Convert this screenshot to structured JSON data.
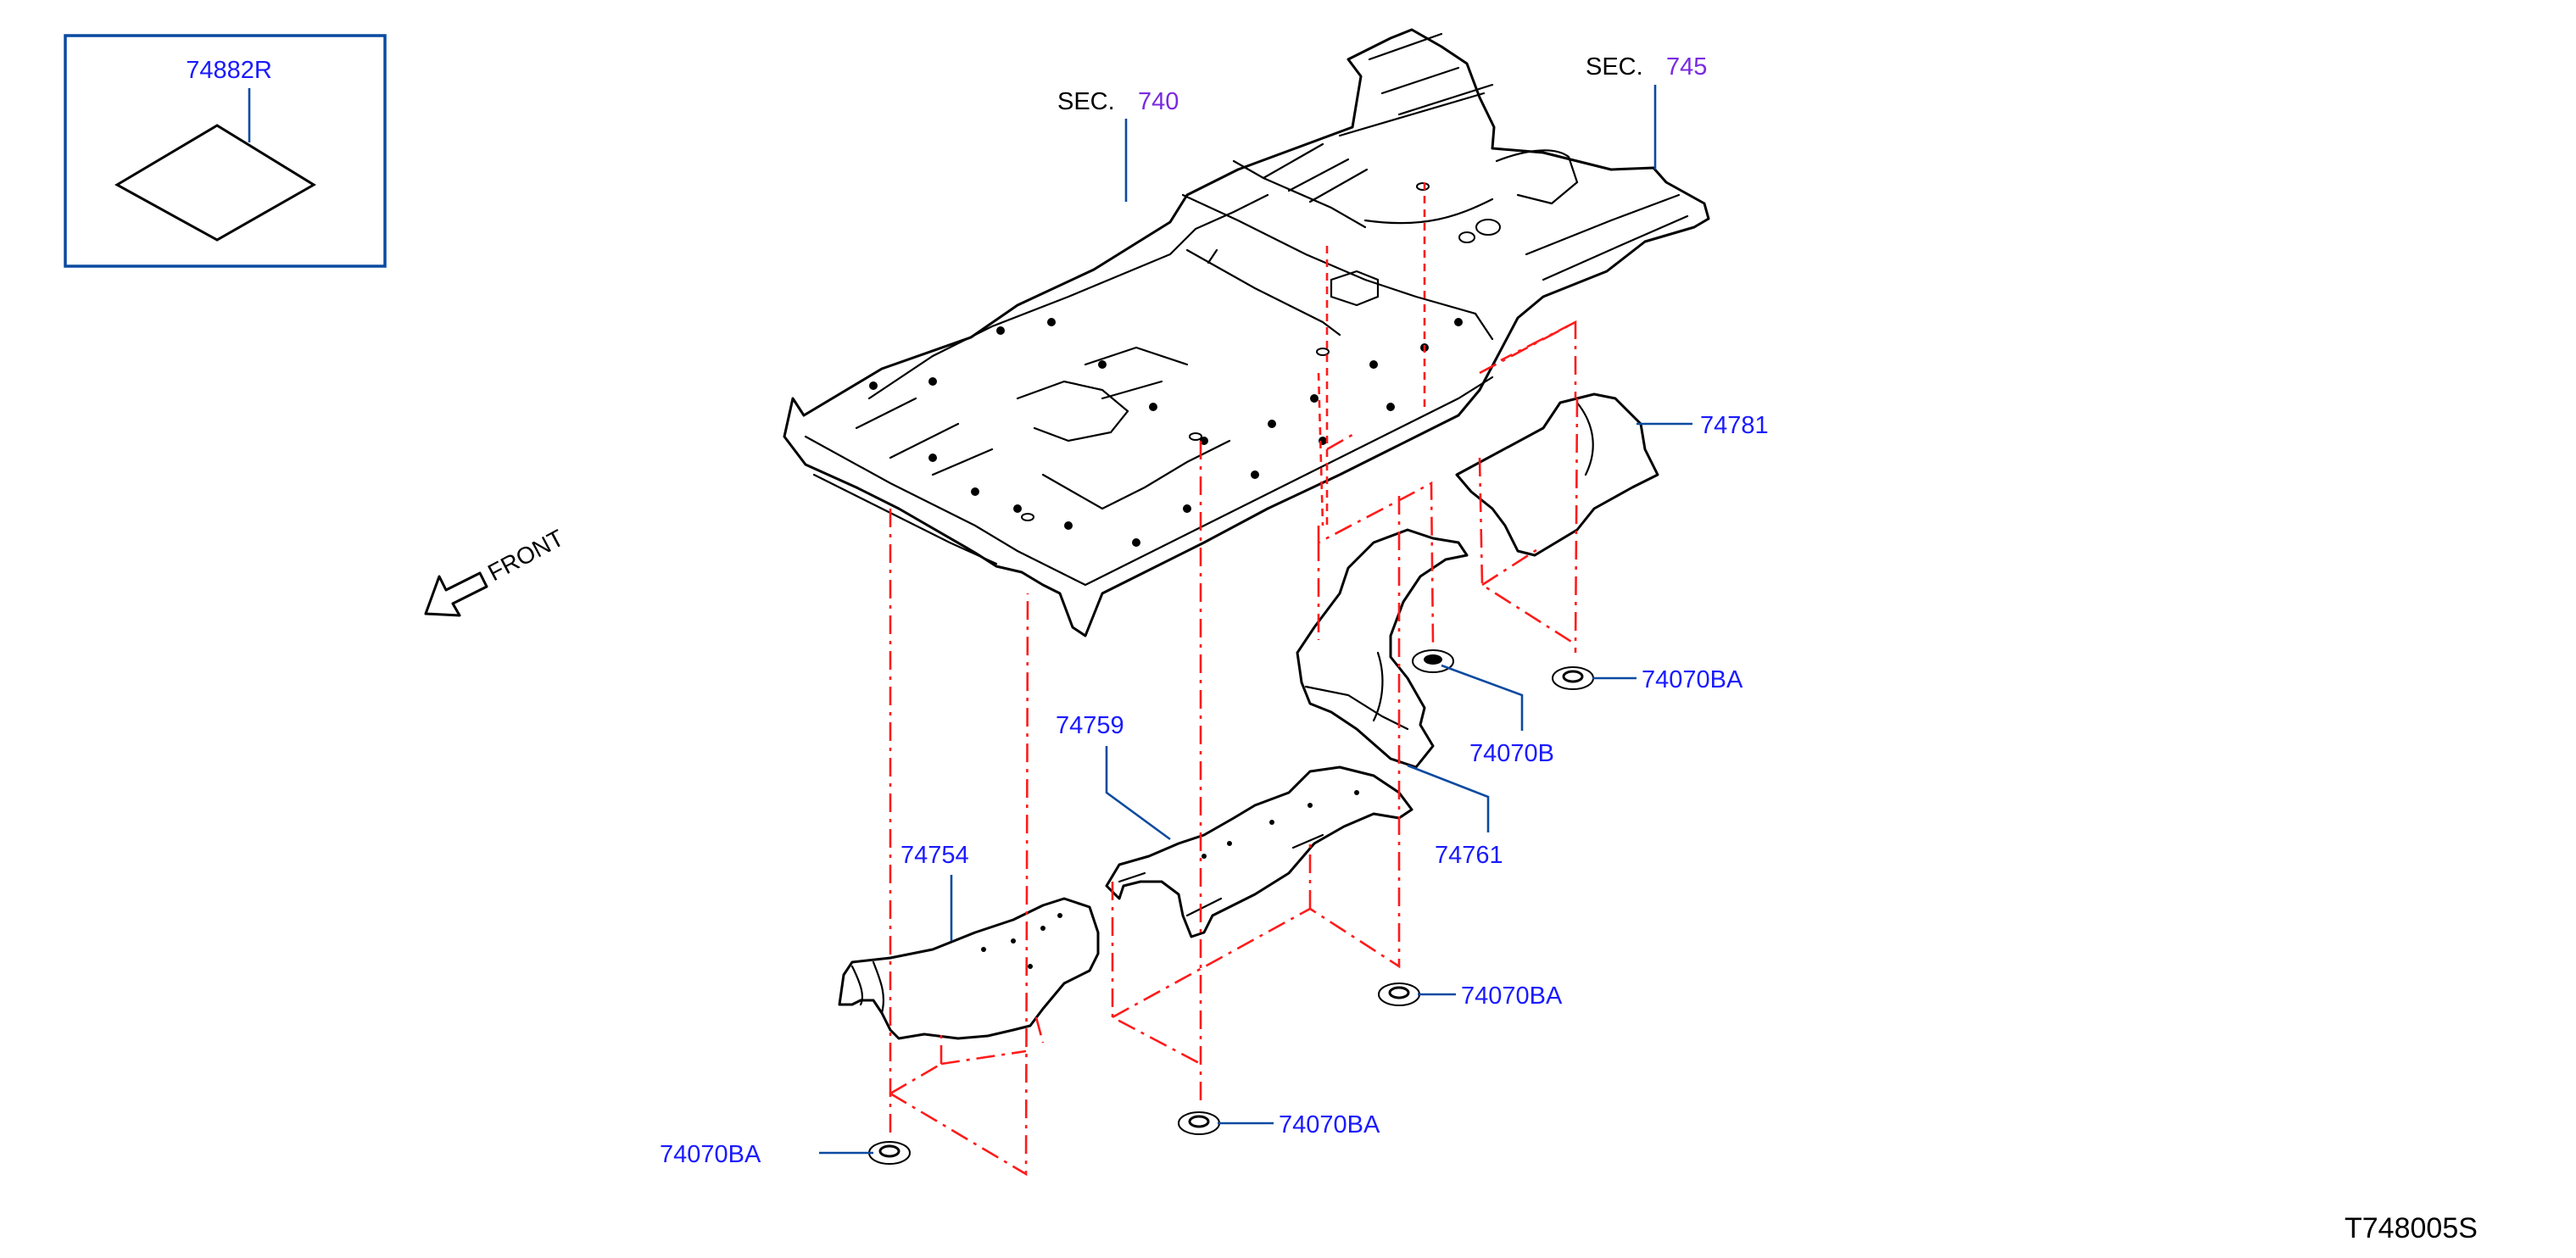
{
  "inset": {
    "part": "74882R"
  },
  "sections": [
    {
      "prefix": "SEC.",
      "number": "740"
    },
    {
      "prefix": "SEC.",
      "number": "745"
    }
  ],
  "orientation": {
    "label": "FRONT"
  },
  "parts": {
    "p74781": "74781",
    "p74070B": "74070B",
    "p74761": "74761",
    "p74759": "74759",
    "p74754": "74754",
    "p74070BA_a": "74070BA",
    "p74070BA_b": "74070BA",
    "p74070BA_c": "74070BA",
    "p74070BA_d": "74070BA"
  },
  "diagram_code": "T748005S",
  "colors": {
    "part_label": "#1a1aff",
    "section_number": "#7a2ae0",
    "leader_line": "#0a4aa0",
    "phantom_line": "#ff1a1a",
    "drawing": "#000000"
  }
}
